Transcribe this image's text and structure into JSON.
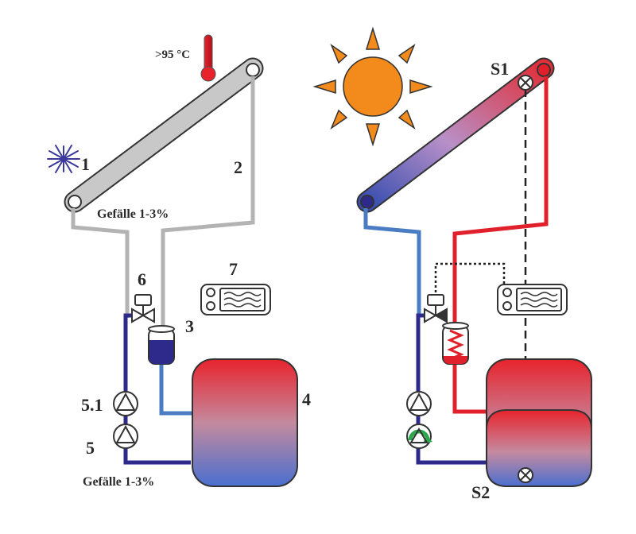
{
  "left": {
    "temperature": ">95 °C",
    "slope_top": "Gefälle 1-3%",
    "slope_bottom": "Gefälle 1-3%",
    "labels": {
      "n1": "1",
      "n2": "2",
      "n3": "3",
      "n4": "4",
      "n5": "5",
      "n51": "5.1",
      "n6": "6",
      "n7": "7"
    }
  },
  "right": {
    "sensor_top": "S1",
    "sensor_bottom": "S2"
  },
  "colors": {
    "pipe_empty": "#b3b3b3",
    "pipe_cold": "#2e2a8c",
    "pipe_blue": "#4a7cc4",
    "pipe_hot": "#e0202a",
    "sun": "#f28a1c",
    "snow": "#3b3a9a",
    "outline": "#333333"
  },
  "icons": [
    "snowflake-icon",
    "thermometer-icon",
    "sun-icon",
    "pump-icon",
    "valve-icon",
    "controller-icon",
    "sensor-icon"
  ]
}
